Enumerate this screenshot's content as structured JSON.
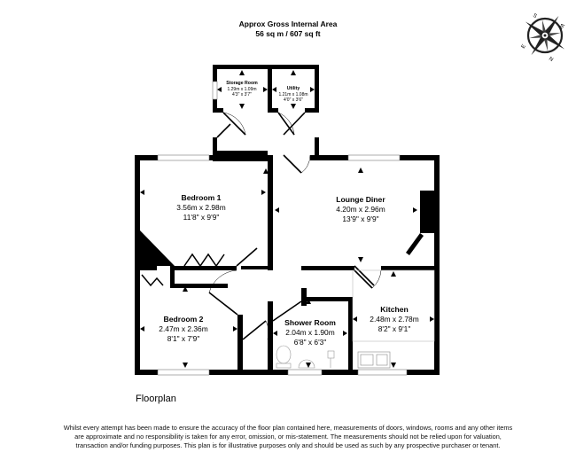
{
  "header": {
    "title": "Approx Gross Internal Area",
    "area": "56 sq m / 607 sq ft"
  },
  "compass": {
    "icon": "compass-rose-icon",
    "labels": {
      "north": "N",
      "south": "S",
      "east": "E",
      "west": "W"
    }
  },
  "rooms": [
    {
      "id": "storage-room",
      "name": "Storage Room",
      "metric": "1.29m x 1.09m",
      "imperial": "4'3\" x 3'7\""
    },
    {
      "id": "utility",
      "name": "Utility",
      "metric": "1.21m x 1.08m",
      "imperial": "4'0\" x 3'6\""
    },
    {
      "id": "bedroom-1",
      "name": "Bedroom 1",
      "metric": "3.56m x 2.98m",
      "imperial": "11'8\" x 9'9\""
    },
    {
      "id": "lounge-diner",
      "name": "Lounge Diner",
      "metric": "4.20m x 2.96m",
      "imperial": "13'9\" x 9'9\""
    },
    {
      "id": "bedroom-2",
      "name": "Bedroom 2",
      "metric": "2.47m x 2.36m",
      "imperial": "8'1\" x 7'9\""
    },
    {
      "id": "shower-room",
      "name": "Shower Room",
      "metric": "2.04m x 1.90m",
      "imperial": "6'8\" x 6'3\""
    },
    {
      "id": "kitchen",
      "name": "Kitchen",
      "metric": "2.48m x 2.78m",
      "imperial": "8'2\" x 9'1\""
    }
  ],
  "floor": {
    "title": "Floorplan"
  },
  "disclaimer": "Whilst every attempt has been made to ensure the accuracy of the floor plan contained here, measurements of doors, windows, rooms and any other items are approximate and no responsibility is taken for any error, omission, or mis-statement. The measurements should not be relied upon for valuation, transaction and/or funding purposes. This plan is for illustrative purposes only and should be used as such by any prospective purchaser or tenant.",
  "colors": {
    "wall": "#000000",
    "background": "#ffffff",
    "fixture": "#888888"
  }
}
